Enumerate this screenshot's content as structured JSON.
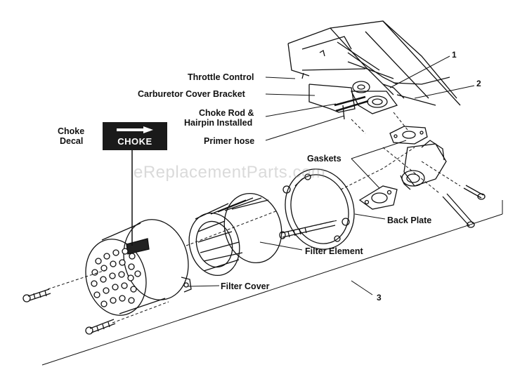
{
  "labels": {
    "throttle_control": "Throttle Control",
    "carburetor_cover_bracket": "Carburetor Cover Bracket",
    "choke_rod_line1": "Choke Rod &",
    "choke_rod_line2": "Hairpin Installed",
    "primer_hose": "Primer hose",
    "choke_decal_line1": "Choke",
    "choke_decal_line2": "Decal",
    "gaskets": "Gaskets",
    "back_plate": "Back Plate",
    "filter_element": "Filter Element",
    "filter_cover": "Filter Cover"
  },
  "decal": {
    "text": "CHOKE"
  },
  "callouts": {
    "c1": "1",
    "c2": "2",
    "c3": "3"
  },
  "watermark": "eReplacementParts.com"
}
